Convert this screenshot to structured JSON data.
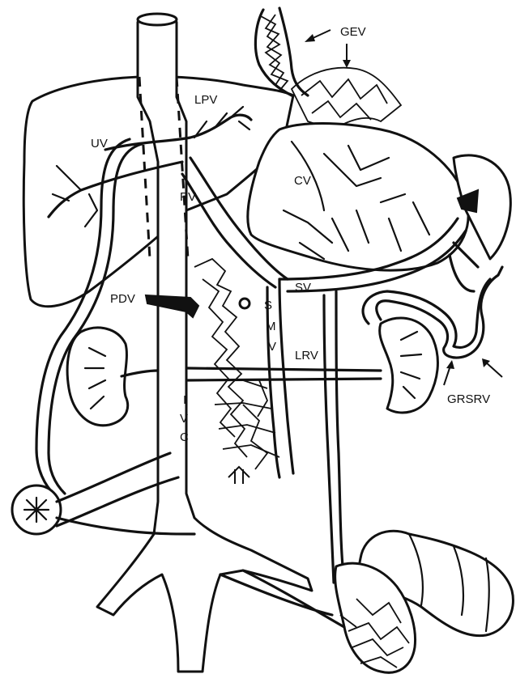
{
  "labels": {
    "gev": "GEV",
    "lpv": "LPV",
    "uv": "UV",
    "cv": "CV",
    "pv": "PV",
    "pdv": "PDV",
    "sv": "SV",
    "smv_s": "S",
    "smv_m": "M",
    "smv_v": "V",
    "lrv": "LRV",
    "ivc_i": "I",
    "ivc_v": "V",
    "ivc_c": "C",
    "grsrv": "GRSRV"
  }
}
